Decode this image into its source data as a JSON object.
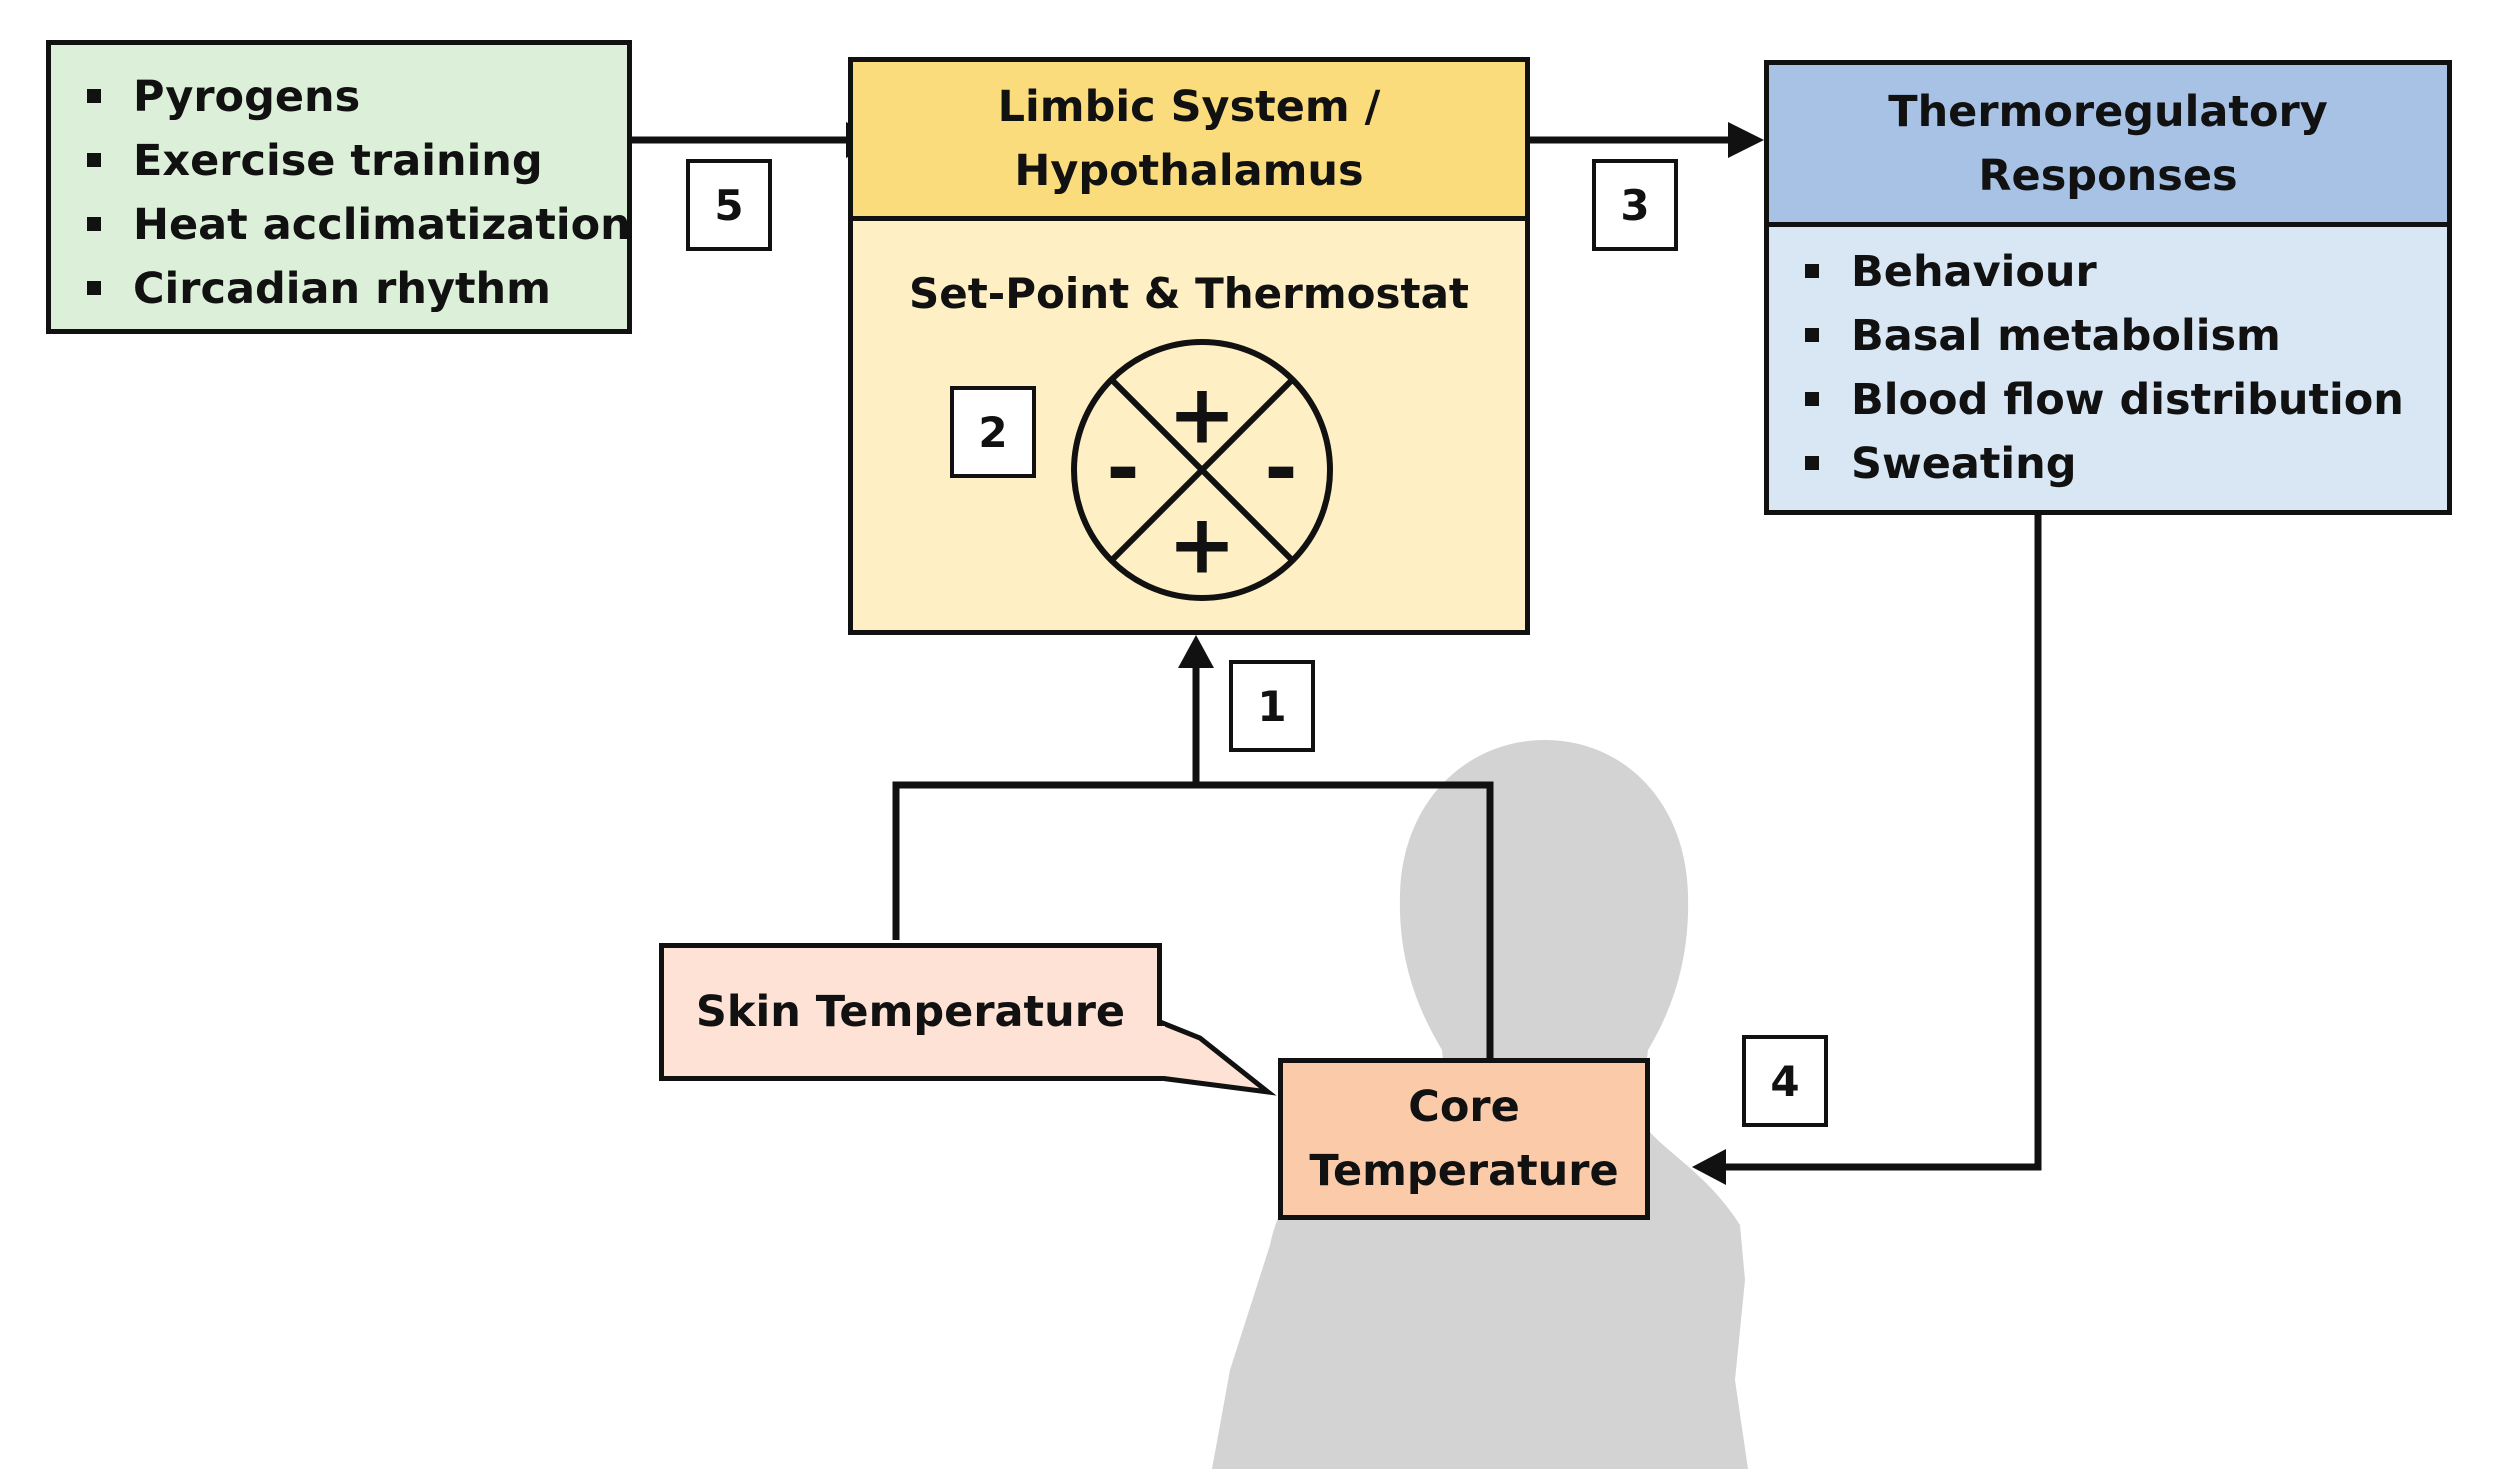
{
  "inputs": {
    "items": [
      "Pyrogens",
      "Exercise training",
      "Heat acclimatization",
      "Circadian rhythm"
    ]
  },
  "hypothalamus": {
    "title_line1": "Limbic System /",
    "title_line2": "Hypothalamus",
    "subtitle": "Set-Point & Thermostat",
    "symbols": {
      "plus": "+",
      "minus": "-"
    }
  },
  "responses": {
    "title_line1": "Thermoregulatory",
    "title_line2": "Responses",
    "items": [
      "Behaviour",
      "Basal metabolism",
      "Blood flow distribution",
      "Sweating"
    ]
  },
  "skin": {
    "label": "Skin Temperature"
  },
  "core": {
    "label_line1": "Core",
    "label_line2": "Temperature"
  },
  "steps": {
    "s1": "1",
    "s2": "2",
    "s3": "3",
    "s4": "4",
    "s5": "5"
  },
  "colors": {
    "inputs_fill": "#dcefd8",
    "hypothalamus_header": "#fbdc7d",
    "hypothalamus_body": "#fef0c4",
    "responses_header": "#a7c2e5",
    "responses_body": "#d9e6f4",
    "skin_fill": "#fde2d5",
    "core_fill": "#fbcba9",
    "silhouette": "#d3d3d3",
    "line": "#111111"
  }
}
